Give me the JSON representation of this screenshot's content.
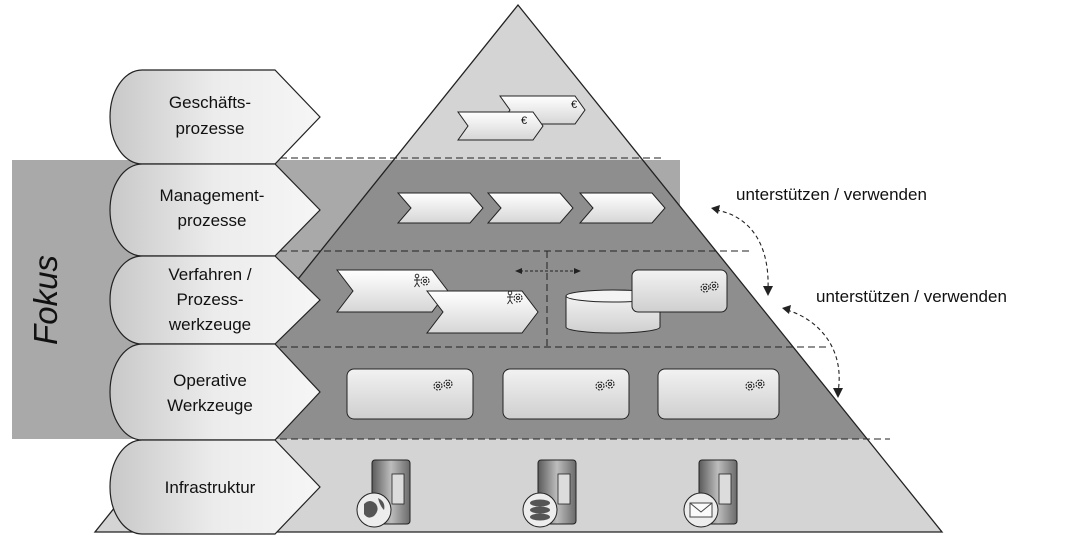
{
  "focus_label": "Fokus",
  "layers": [
    {
      "id": "geschaeftsprozesse",
      "lines": [
        "Geschäfts-",
        "prozesse"
      ]
    },
    {
      "id": "managementprozesse",
      "lines": [
        "Management-",
        "prozesse"
      ]
    },
    {
      "id": "verfahren",
      "lines": [
        "Verfahren /",
        "Prozess-",
        "werkzeuge"
      ]
    },
    {
      "id": "operative",
      "lines": [
        "Operative",
        "Werkzeuge"
      ]
    },
    {
      "id": "infrastruktur",
      "lines": [
        "Infrastruktur"
      ]
    }
  ],
  "relations": [
    {
      "id": "relation-upper",
      "text": "unterstützen / verwenden"
    },
    {
      "id": "relation-lower",
      "text": "unterstützen / verwenden"
    }
  ],
  "currency_symbol": "€",
  "colors": {
    "background": "#ffffff",
    "focus_band": "#a9a9a9",
    "pyramid_light": "#d4d4d4",
    "pyramid_focus": "#8e8e8e",
    "tab_fill": "#dcdcdc",
    "outline": "#222222"
  }
}
